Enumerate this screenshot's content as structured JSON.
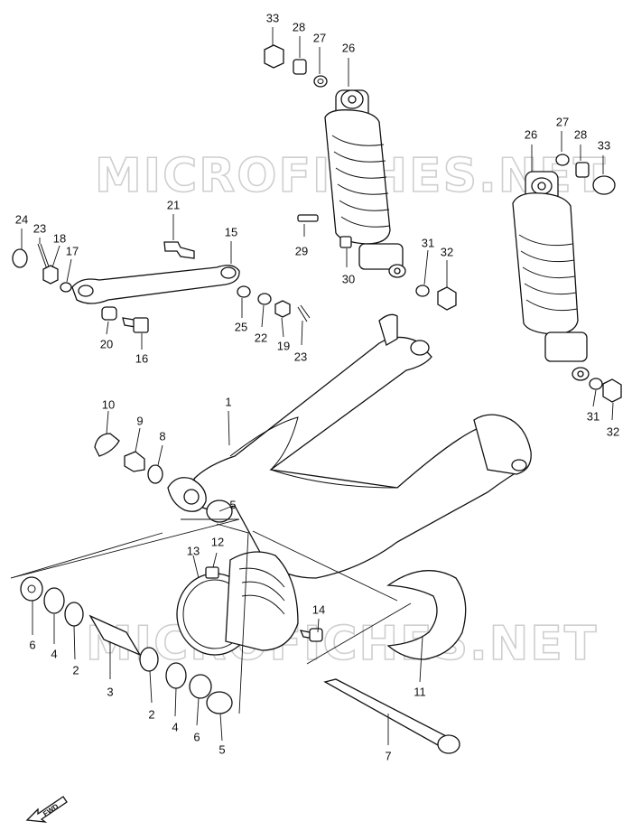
{
  "diagram": {
    "watermark_top": "MICROFICHES.NET",
    "watermark_bottom": "MICROFICHES.NET",
    "direction_label": "FWD"
  },
  "callouts": [
    {
      "id": "c33a",
      "text": "33"
    },
    {
      "id": "c28a",
      "text": "28"
    },
    {
      "id": "c27a",
      "text": "27"
    },
    {
      "id": "c26a",
      "text": "26"
    },
    {
      "id": "c27b",
      "text": "27"
    },
    {
      "id": "c26b",
      "text": "26"
    },
    {
      "id": "c28b",
      "text": "28"
    },
    {
      "id": "c33b",
      "text": "33"
    },
    {
      "id": "c21",
      "text": "21"
    },
    {
      "id": "c29",
      "text": "29"
    },
    {
      "id": "c24",
      "text": "24"
    },
    {
      "id": "c23a",
      "text": "23"
    },
    {
      "id": "c18",
      "text": "18"
    },
    {
      "id": "c17",
      "text": "17"
    },
    {
      "id": "c15",
      "text": "15"
    },
    {
      "id": "c31a",
      "text": "31"
    },
    {
      "id": "c32a",
      "text": "32"
    },
    {
      "id": "c30",
      "text": "30"
    },
    {
      "id": "c25",
      "text": "25"
    },
    {
      "id": "c22",
      "text": "22"
    },
    {
      "id": "c19",
      "text": "19"
    },
    {
      "id": "c23b",
      "text": "23"
    },
    {
      "id": "c20",
      "text": "20"
    },
    {
      "id": "c16",
      "text": "16"
    },
    {
      "id": "c1",
      "text": "1"
    },
    {
      "id": "c10",
      "text": "10"
    },
    {
      "id": "c9",
      "text": "9"
    },
    {
      "id": "c8",
      "text": "8"
    },
    {
      "id": "c31b",
      "text": "31"
    },
    {
      "id": "c32b",
      "text": "32"
    },
    {
      "id": "c5a",
      "text": "5"
    },
    {
      "id": "c13",
      "text": "13"
    },
    {
      "id": "c12",
      "text": "12"
    },
    {
      "id": "c14",
      "text": "14"
    },
    {
      "id": "c6a",
      "text": "6"
    },
    {
      "id": "c4a",
      "text": "4"
    },
    {
      "id": "c2a",
      "text": "2"
    },
    {
      "id": "c3",
      "text": "3"
    },
    {
      "id": "c11",
      "text": "11"
    },
    {
      "id": "c2b",
      "text": "2"
    },
    {
      "id": "c4b",
      "text": "4"
    },
    {
      "id": "c6b",
      "text": "6"
    },
    {
      "id": "c5b",
      "text": "5"
    },
    {
      "id": "c7",
      "text": "7"
    }
  ]
}
